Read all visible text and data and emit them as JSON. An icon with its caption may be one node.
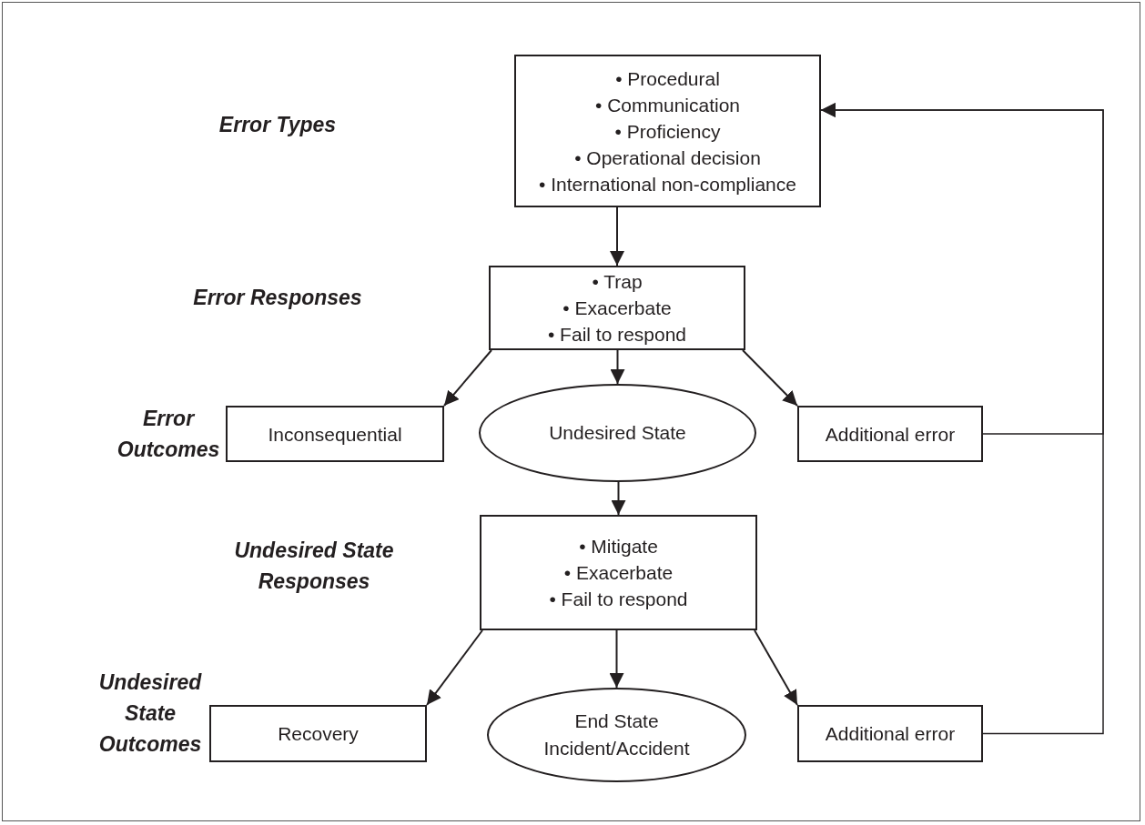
{
  "diagram": {
    "nodes": [
      {
        "text": [
          "• Procedural",
          "• Communication",
          "• Proficiency",
          "• Operational decision",
          "• International non-compliance"
        ]
      },
      {
        "text": [
          "• Trap",
          "• Exacerbate",
          "• Fail to respond"
        ]
      },
      {
        "text": [
          "Inconsequential"
        ]
      },
      {
        "text": [
          "Undesired State"
        ]
      },
      {
        "text": [
          "Additional error"
        ]
      },
      {
        "text": [
          "• Mitigate",
          "• Exacerbate",
          "• Fail to respond"
        ]
      },
      {
        "text": [
          "Recovery"
        ]
      },
      {
        "text": [
          "End State Incident/Accident"
        ]
      },
      {
        "text": [
          "Additional error"
        ]
      }
    ],
    "edges": [
      {
        "from": 0,
        "to": 1,
        "arrow": "to"
      },
      {
        "from": 1,
        "to": 2,
        "arrow": "to"
      },
      {
        "from": 1,
        "to": 3,
        "arrow": "to"
      },
      {
        "from": 1,
        "to": 4,
        "arrow": "to"
      },
      {
        "from": 3,
        "to": 5,
        "arrow": "to"
      },
      {
        "from": 5,
        "to": 6,
        "arrow": "to"
      },
      {
        "from": 5,
        "to": 7,
        "arrow": "to"
      },
      {
        "from": 5,
        "to": 8,
        "arrow": "to"
      },
      {
        "from": 4,
        "to": 0,
        "arrow": "to"
      },
      {
        "from": 8,
        "to": 0,
        "arrow": "to"
      }
    ],
    "labels": [
      "Error Types",
      "Error Responses",
      "Error Outcomes",
      "Undesired State Responses",
      "Undesired State Outcomes"
    ]
  }
}
